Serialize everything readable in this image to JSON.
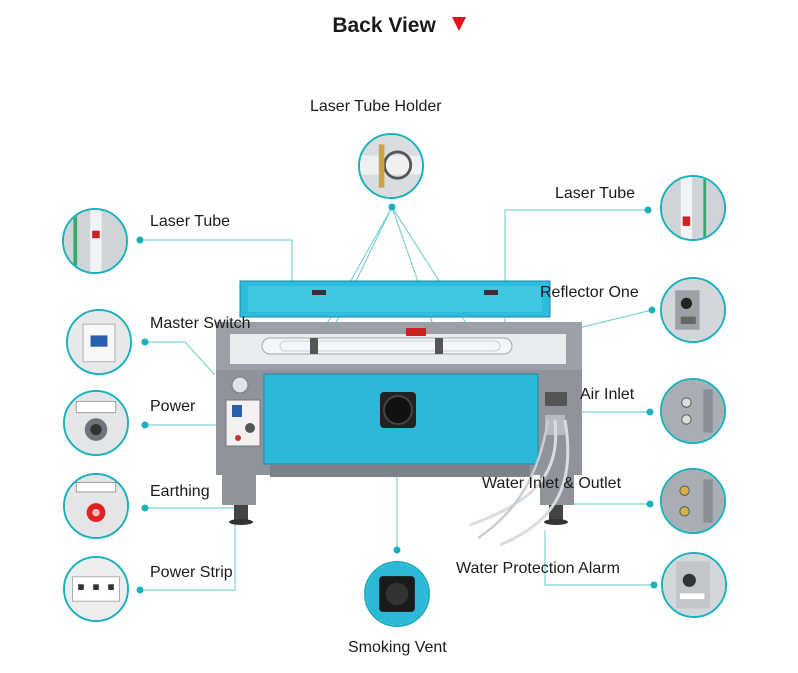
{
  "title": "Back View",
  "callouts": {
    "laser_tube_holder": "Laser Tube Holder",
    "laser_tube_left": "Laser Tube",
    "laser_tube_right": "Laser Tube",
    "master_switch": "Master Switch",
    "reflector_one": "Reflector One",
    "power": "Power",
    "air_inlet": "Air Inlet",
    "earthing": "Earthing",
    "water_inlet_outlet": "Water Inlet & Outlet",
    "power_strip": "Power Strip",
    "water_protection_alarm": "Water Protection Alarm",
    "smoking_vent": "Smoking Vent"
  },
  "colors": {
    "accent": "#1cb0ba",
    "machine_cyan": "#25b6d8",
    "machine_grey": "#8e939c",
    "arrow_red": "#e8101a"
  },
  "icons": [
    "down-triangle-icon"
  ]
}
